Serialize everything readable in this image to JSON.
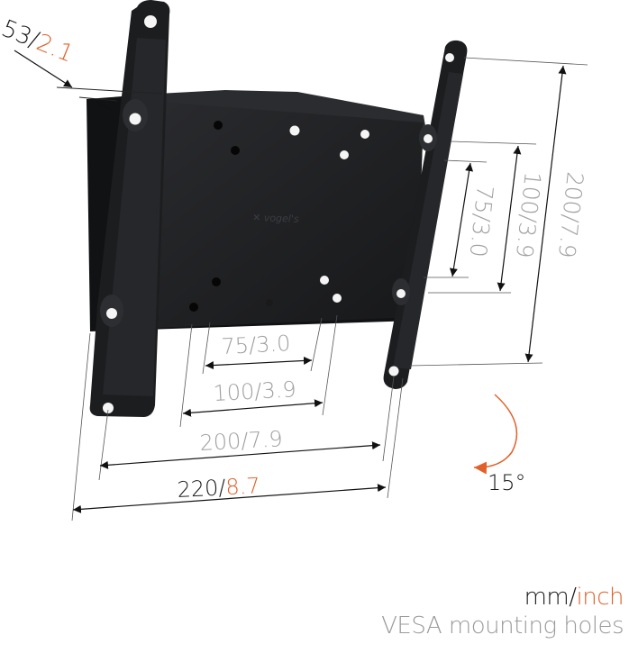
{
  "diagram": {
    "subject": "Fixed/tilting TV wall mount bracket with VESA mounting holes",
    "depth": {
      "mm": "53",
      "sep": "/",
      "inch": "2.1"
    },
    "horizontal": [
      {
        "mm": "75",
        "sep": "/",
        "inch": "3.0"
      },
      {
        "mm": "100",
        "sep": "/",
        "inch": "3.9"
      },
      {
        "mm": "200",
        "sep": "/",
        "inch": "7.9"
      },
      {
        "mm": "220",
        "sep": "/",
        "inch": "8.7"
      }
    ],
    "vertical": [
      {
        "mm": "75",
        "sep": "/",
        "inch": "3.0"
      },
      {
        "mm": "100",
        "sep": "/",
        "inch": "3.9"
      },
      {
        "mm": "200",
        "sep": "/",
        "inch": "7.9"
      }
    ],
    "tilt": {
      "label": "15°"
    },
    "colors": {
      "bracket": "#1c1d1f",
      "dimension_text_gray": "#a0a0a0",
      "accent_orange": "#e0622a",
      "line": "#1a1a1a"
    }
  },
  "legend": {
    "units_mm": "mm",
    "units_sep": "/",
    "units_inch": "inch",
    "title": "VESA mounting holes"
  }
}
